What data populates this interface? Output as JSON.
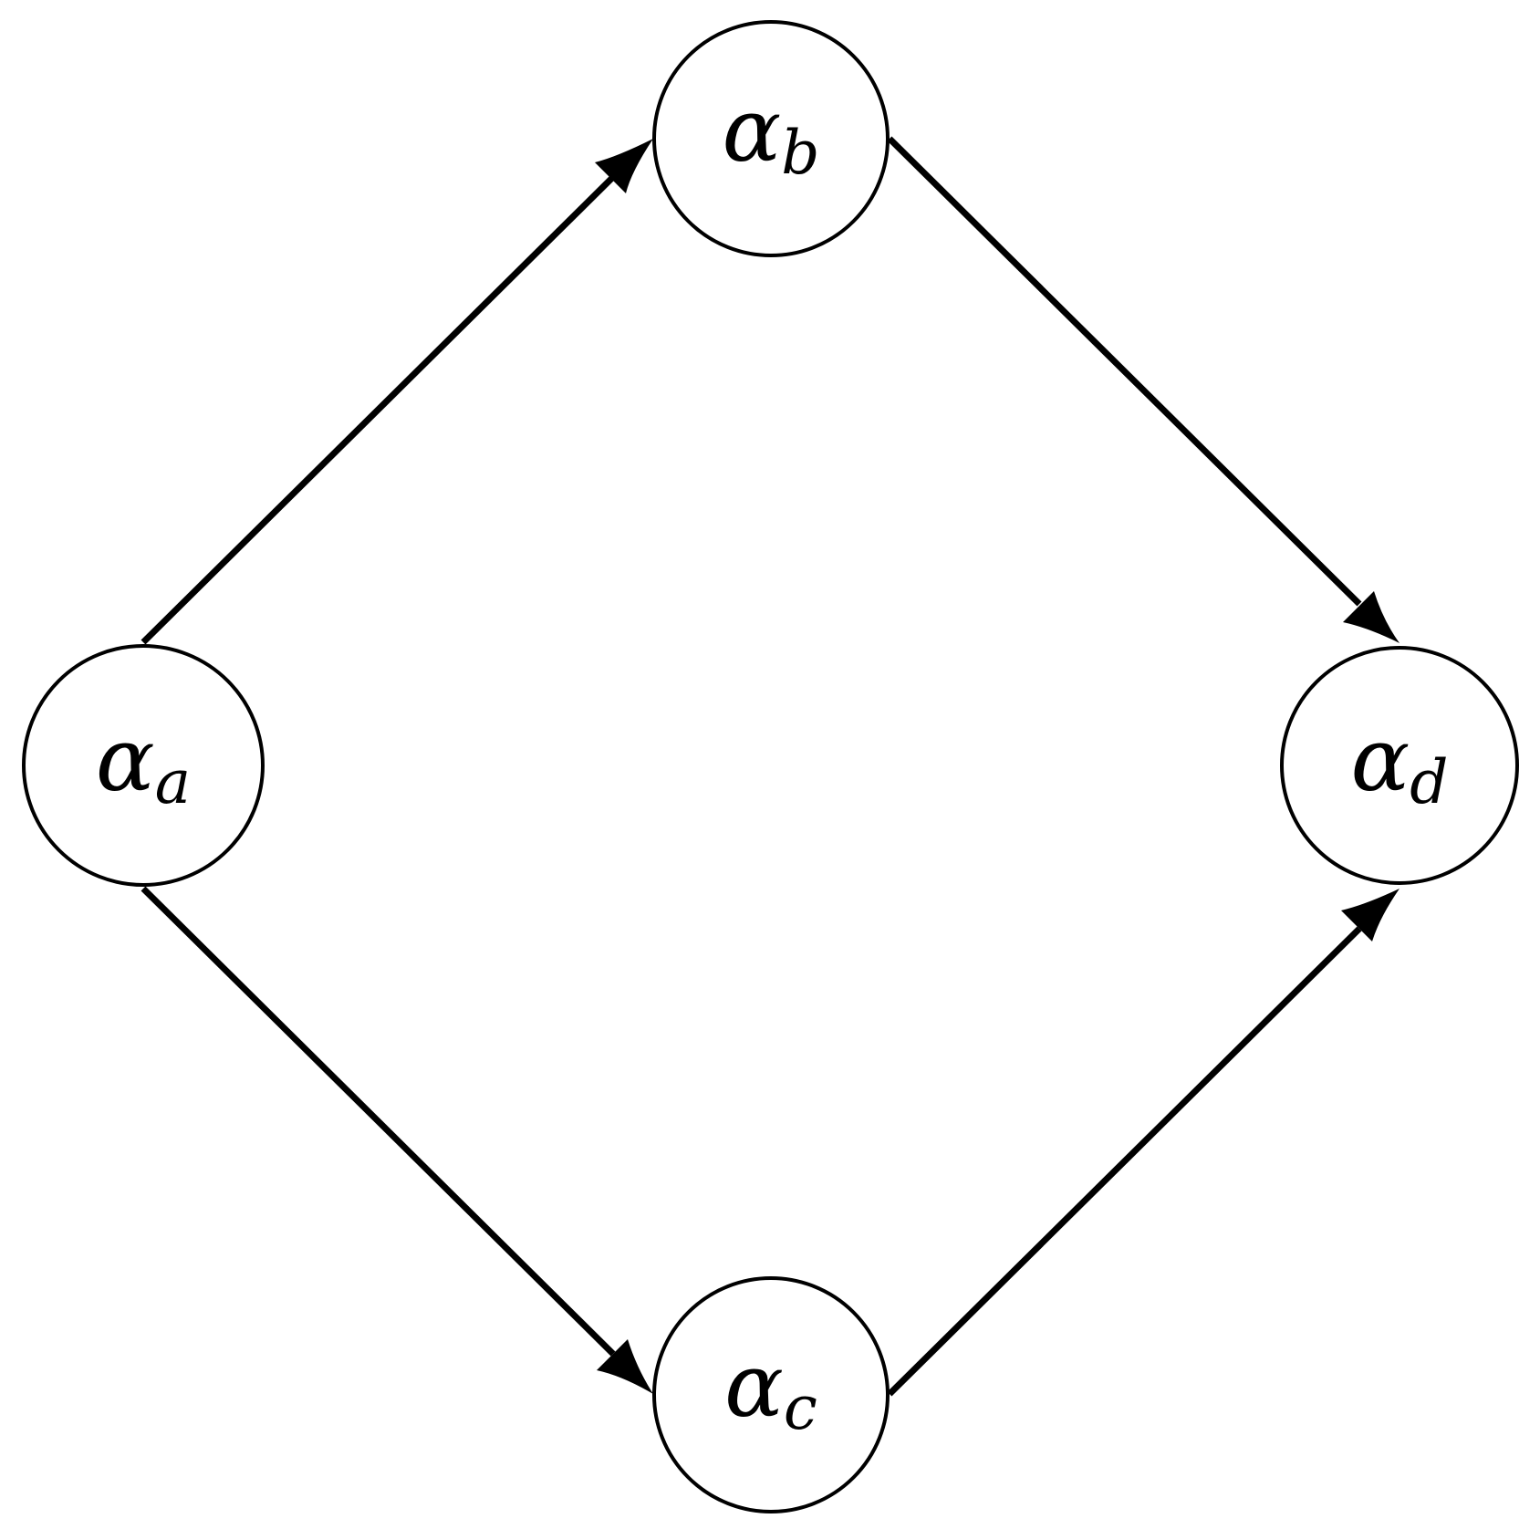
{
  "nodes": [
    {
      "id": "a",
      "symbol": "α",
      "subscript": "a"
    },
    {
      "id": "b",
      "symbol": "α",
      "subscript": "b"
    },
    {
      "id": "c",
      "symbol": "α",
      "subscript": "c"
    },
    {
      "id": "d",
      "symbol": "α",
      "subscript": "d"
    }
  ],
  "edges": [
    {
      "from": "a",
      "to": "b"
    },
    {
      "from": "b",
      "to": "d"
    },
    {
      "from": "a",
      "to": "c"
    },
    {
      "from": "c",
      "to": "d"
    }
  ],
  "colors": {
    "stroke": "#000000",
    "background": "#ffffff"
  }
}
